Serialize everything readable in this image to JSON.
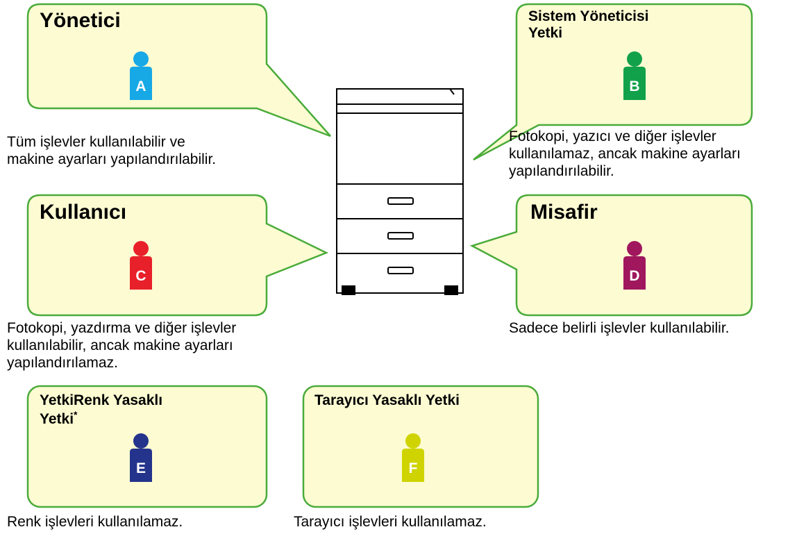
{
  "roles": [
    {
      "id": "A",
      "title": "Yönetici",
      "description": "Tüm işlevler kullanılabilir ve makine ayarları yapılandırılabilir.",
      "color": "#17a8e6"
    },
    {
      "id": "B",
      "title_line1": "Sistem Yöneticisi",
      "title_line2": "Yetki",
      "description": "Fotokopi, yazıcı ve diğer işlevler kullanılamaz, ancak makine ayarları yapılandırılabilir.",
      "color": "#11a14a"
    },
    {
      "id": "C",
      "title": "Kullanıcı",
      "description": "Fotokopi, yazdırma ve diğer işlevler kullanılabilir, ancak makine ayarları yapılandırılamaz.",
      "color": "#e8202a"
    },
    {
      "id": "D",
      "title": "Misafir",
      "description": "Sadece belirli işlevler kullanılabilir.",
      "color": "#a0175e"
    },
    {
      "id": "E",
      "title_line1": "YetkiRenk Yasaklı",
      "title_line2": "Yetki",
      "title_mark": "*",
      "description": "Renk işlevleri kullanılamaz.",
      "color": "#24348c"
    },
    {
      "id": "F",
      "title": "Tarayıcı Yasaklı Yetki",
      "description": "Tarayıcı işlevleri kullanılamaz.",
      "color": "#cfd400"
    }
  ],
  "colors": {
    "bubble_fill": "#fcfbd2",
    "bubble_stroke": "#4aab3a"
  },
  "icons": {
    "user": "person-icon",
    "device": "printer-icon"
  }
}
